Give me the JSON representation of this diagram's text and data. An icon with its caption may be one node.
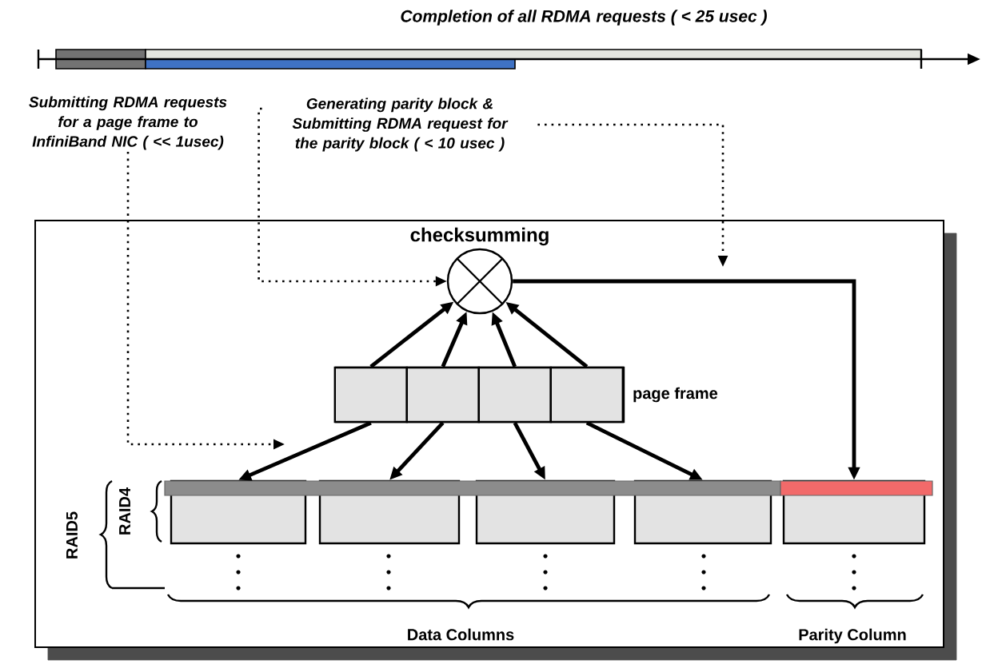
{
  "diagram": {
    "nodes": [
      {
        "text": [
          "Submitting RDMA requests for a page frame to InfiniBand NIC ( << 1usec)"
        ]
      },
      {
        "text": [
          "Generating parity block & Submitting RDMA request for the parity block ( < 10 usec )"
        ]
      },
      {
        "text": [
          "checksumming"
        ]
      },
      {
        "text": [
          "page frame"
        ]
      },
      {
        "text": [],
        "shape": "box",
        "in": 3
      },
      {
        "text": [],
        "shape": "box",
        "in": 3
      },
      {
        "text": [],
        "shape": "box",
        "in": 3
      },
      {
        "text": [],
        "shape": "box",
        "in": 3
      },
      {
        "text": [],
        "shape": "box"
      },
      {
        "text": [],
        "shape": "box"
      },
      {
        "text": [],
        "shape": "box"
      },
      {
        "text": [],
        "shape": "box"
      },
      {
        "text": [],
        "shape": "box"
      }
    ],
    "edges": [
      {
        "from": 0,
        "to": null,
        "arrow": "to",
        "style": "dashed"
      },
      {
        "from": 1,
        "to": 2,
        "arrow": "to",
        "style": "dashed"
      },
      {
        "from": 1,
        "to": null,
        "arrow": "to",
        "style": "dashed"
      },
      {
        "from": 4,
        "to": 2,
        "arrow": "to"
      },
      {
        "from": 5,
        "to": 2,
        "arrow": "to"
      },
      {
        "from": 6,
        "to": 2,
        "arrow": "to"
      },
      {
        "from": 7,
        "to": 2,
        "arrow": "to"
      },
      {
        "from": 4,
        "to": 8,
        "arrow": "to"
      },
      {
        "from": 5,
        "to": 9,
        "arrow": "to"
      },
      {
        "from": 6,
        "to": 10,
        "arrow": "to"
      },
      {
        "from": 7,
        "to": 11,
        "arrow": "to"
      },
      {
        "from": 2,
        "to": 12,
        "arrow": "to"
      }
    ],
    "labels": [
      "Completion of all RDMA requests ( < 25 usec )",
      "RAID5",
      "RAID4",
      "Data Columns",
      "Parity Column"
    ]
  }
}
